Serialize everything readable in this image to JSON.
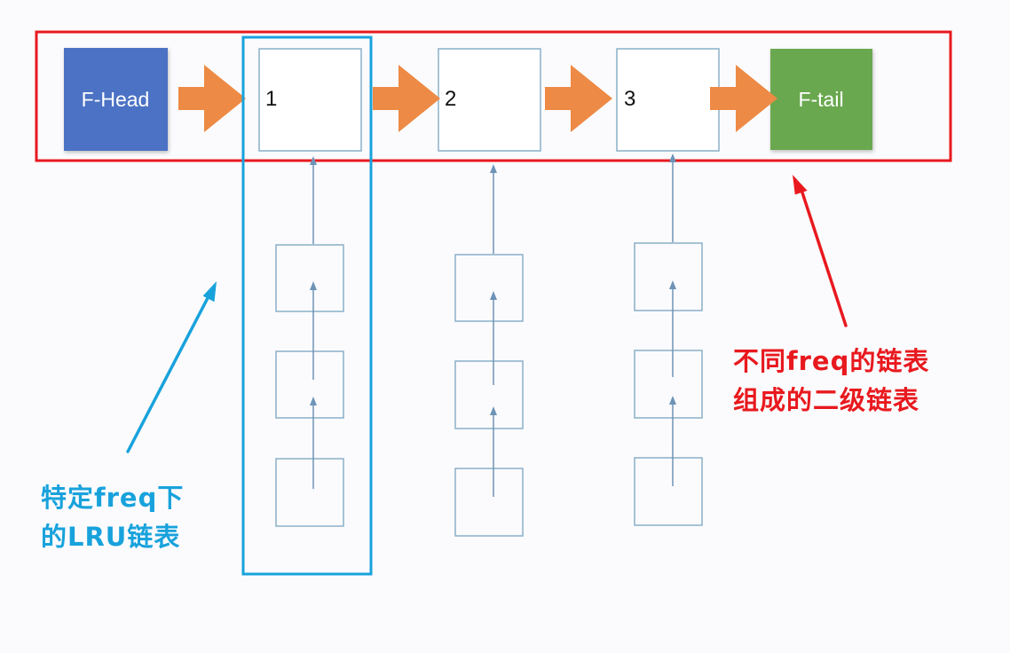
{
  "diagram": {
    "head_label": "F-Head",
    "tail_label": "F-tail",
    "freq_nodes": [
      {
        "label": "1",
        "lru_count": 3
      },
      {
        "label": "2",
        "lru_count": 3
      },
      {
        "label": "3",
        "lru_count": 3
      }
    ],
    "colors": {
      "head": "#4b72c4",
      "tail": "#6aa84f",
      "arrow": "#ed8a45",
      "node_border": "#8ab0c8",
      "pointer": "#6e93b6",
      "red": "#e8191e",
      "blue": "#18a2dc"
    }
  },
  "captions": {
    "red": [
      "不同freq的链表",
      "组成的二级链表"
    ],
    "blue": [
      "特定freq下",
      "的LRU链表"
    ]
  }
}
